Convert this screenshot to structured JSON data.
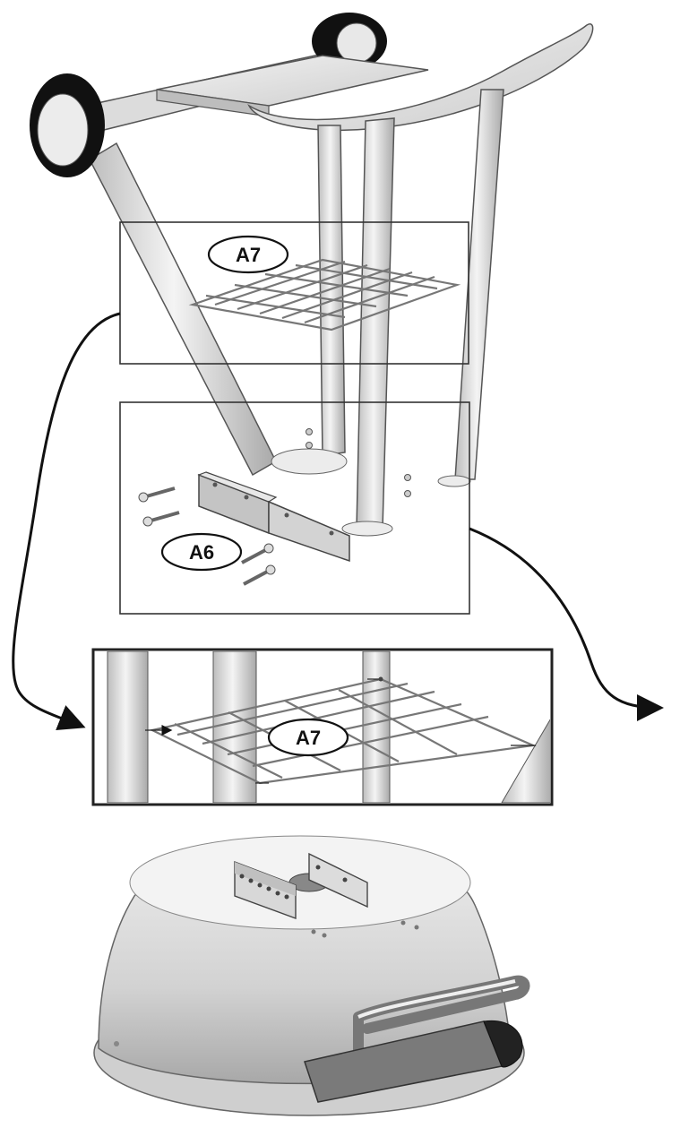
{
  "callouts": {
    "grate_top": "A7",
    "hardware": "A6",
    "grate_detail": "A7"
  },
  "colors": {
    "line": "#111111",
    "part_fill": "#e6e6e6",
    "part_shadow": "#bdbdbd",
    "wheel": "#111111"
  }
}
